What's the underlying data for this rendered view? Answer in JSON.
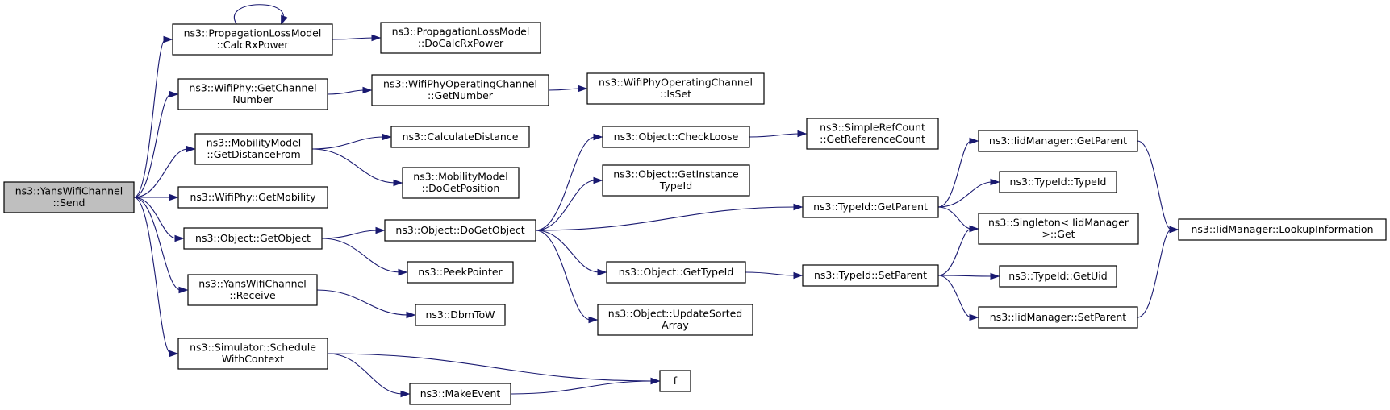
{
  "colors": {
    "edge": "#191970",
    "root_fill": "#bfbfbf",
    "node_fill": "#ffffff",
    "node_border": "#000000"
  },
  "nodes": [
    {
      "id": "send",
      "lines": [
        "ns3::YansWifiChannel",
        "::Send"
      ],
      "root": true
    },
    {
      "id": "calcrx",
      "lines": [
        "ns3::PropagationLossModel",
        "::CalcRxPower"
      ]
    },
    {
      "id": "docalcrx",
      "lines": [
        "ns3::PropagationLossModel",
        "::DoCalcRxPower"
      ]
    },
    {
      "id": "getchannel",
      "lines": [
        "ns3::WifiPhy::GetChannel",
        "Number"
      ]
    },
    {
      "id": "opgetnumber",
      "lines": [
        "ns3::WifiPhyOperatingChannel",
        "::GetNumber"
      ]
    },
    {
      "id": "opisset",
      "lines": [
        "ns3::WifiPhyOperatingChannel",
        "::IsSet"
      ]
    },
    {
      "id": "getdistfrom",
      "lines": [
        "ns3::MobilityModel",
        "::GetDistanceFrom"
      ]
    },
    {
      "id": "calcdist",
      "lines": [
        "ns3::CalculateDistance"
      ]
    },
    {
      "id": "dogetpos",
      "lines": [
        "ns3::MobilityModel",
        "::DoGetPosition"
      ]
    },
    {
      "id": "getmobility",
      "lines": [
        "ns3::WifiPhy::GetMobility"
      ]
    },
    {
      "id": "getobject",
      "lines": [
        "ns3::Object::GetObject"
      ]
    },
    {
      "id": "dogetobject",
      "lines": [
        "ns3::Object::DoGetObject"
      ]
    },
    {
      "id": "peekpointer",
      "lines": [
        "ns3::PeekPointer"
      ]
    },
    {
      "id": "checkloose",
      "lines": [
        "ns3::Object::CheckLoose"
      ]
    },
    {
      "id": "getrefcount",
      "lines": [
        "ns3::SimpleRefCount",
        "::GetReferenceCount"
      ]
    },
    {
      "id": "getinsttypeid",
      "lines": [
        "ns3::Object::GetInstance",
        "TypeId"
      ]
    },
    {
      "id": "objgettypeid",
      "lines": [
        "ns3::Object::GetTypeId"
      ]
    },
    {
      "id": "updatesorted",
      "lines": [
        "ns3::Object::UpdateSorted",
        "Array"
      ]
    },
    {
      "id": "receive",
      "lines": [
        "ns3::YansWifiChannel",
        "::Receive"
      ]
    },
    {
      "id": "dbmtow",
      "lines": [
        "ns3::DbmToW"
      ]
    },
    {
      "id": "schedule",
      "lines": [
        "ns3::Simulator::Schedule",
        "WithContext"
      ]
    },
    {
      "id": "makeevent",
      "lines": [
        "ns3::MakeEvent"
      ]
    },
    {
      "id": "f",
      "lines": [
        "f"
      ]
    },
    {
      "id": "tgetparent",
      "lines": [
        "ns3::TypeId::GetParent"
      ]
    },
    {
      "id": "tsetparent",
      "lines": [
        "ns3::TypeId::SetParent"
      ]
    },
    {
      "id": "iidgetparent",
      "lines": [
        "ns3::IidManager::GetParent"
      ]
    },
    {
      "id": "typeidctor",
      "lines": [
        "ns3::TypeId::TypeId"
      ]
    },
    {
      "id": "singleton",
      "lines": [
        "ns3::Singleton< IidManager",
        " >::Get"
      ]
    },
    {
      "id": "getuid",
      "lines": [
        "ns3::TypeId::GetUid"
      ]
    },
    {
      "id": "iidsetparent",
      "lines": [
        "ns3::IidManager::SetParent"
      ]
    },
    {
      "id": "lookup",
      "lines": [
        "ns3::IidManager::LookupInformation"
      ]
    }
  ],
  "edges": [
    [
      "send",
      "calcrx"
    ],
    [
      "send",
      "getchannel"
    ],
    [
      "send",
      "getdistfrom"
    ],
    [
      "send",
      "getmobility"
    ],
    [
      "send",
      "getobject"
    ],
    [
      "send",
      "receive"
    ],
    [
      "send",
      "schedule"
    ],
    [
      "calcrx",
      "calcrx"
    ],
    [
      "calcrx",
      "docalcrx"
    ],
    [
      "getchannel",
      "opgetnumber"
    ],
    [
      "opgetnumber",
      "opisset"
    ],
    [
      "getdistfrom",
      "calcdist"
    ],
    [
      "getdistfrom",
      "dogetpos"
    ],
    [
      "getobject",
      "dogetobject"
    ],
    [
      "getobject",
      "peekpointer"
    ],
    [
      "dogetobject",
      "checkloose"
    ],
    [
      "dogetobject",
      "getinsttypeid"
    ],
    [
      "dogetobject",
      "tgetparent"
    ],
    [
      "dogetobject",
      "objgettypeid"
    ],
    [
      "dogetobject",
      "updatesorted"
    ],
    [
      "checkloose",
      "getrefcount"
    ],
    [
      "objgettypeid",
      "tsetparent"
    ],
    [
      "tgetparent",
      "iidgetparent"
    ],
    [
      "tgetparent",
      "typeidctor"
    ],
    [
      "tgetparent",
      "singleton"
    ],
    [
      "tsetparent",
      "singleton"
    ],
    [
      "tsetparent",
      "getuid"
    ],
    [
      "tsetparent",
      "iidsetparent"
    ],
    [
      "iidgetparent",
      "lookup"
    ],
    [
      "iidsetparent",
      "lookup"
    ],
    [
      "receive",
      "dbmtow"
    ],
    [
      "schedule",
      "f"
    ],
    [
      "schedule",
      "makeevent"
    ],
    [
      "makeevent",
      "f"
    ]
  ]
}
